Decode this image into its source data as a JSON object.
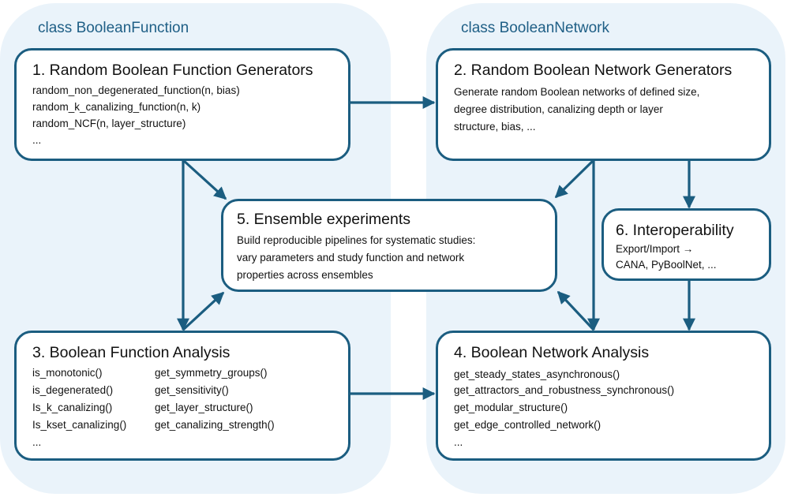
{
  "regions": {
    "left_label": "class BooleanFunction",
    "right_label": "class BooleanNetwork"
  },
  "box1": {
    "title": "1. Random Boolean Function Generators",
    "lines": [
      "random_non_degenerated_function(n, bias)",
      "random_k_canalizing_function(n, k)",
      "random_NCF(n, layer_structure)",
      "..."
    ]
  },
  "box2": {
    "title": "2. Random Boolean Network Generators",
    "lines": [
      "Generate random Boolean networks of defined size,",
      "degree distribution, canalizing depth or layer",
      "structure, bias, ..."
    ]
  },
  "box5": {
    "title": "5. Ensemble experiments",
    "lines": [
      "Build reproducible pipelines for systematic studies:",
      "vary parameters and study function and network",
      "properties across ensembles"
    ]
  },
  "box6": {
    "title": "6. Interoperability",
    "lines": [
      "Export/Import →",
      "CANA, PyBoolNet, ..."
    ]
  },
  "box3": {
    "title": "3. Boolean Function Analysis",
    "col1": [
      "is_monotonic()",
      "is_degenerated()",
      "Is_k_canalizing()",
      "Is_kset_canalizing()",
      "..."
    ],
    "col2": [
      "get_symmetry_groups()",
      "get_sensitivity()",
      "get_layer_structure()",
      "get_canalizing_strength()"
    ]
  },
  "box4": {
    "title": "4. Boolean Network Analysis",
    "lines": [
      "get_steady_states_asynchronous()",
      "get_attractors_and_robustness_synchronous()",
      "get_modular_structure()",
      "get_edge_controlled_network()",
      "..."
    ]
  },
  "colors": {
    "stroke": "#1b5d80",
    "region": "#eaf3fa",
    "region_label": "#1f5f86"
  }
}
